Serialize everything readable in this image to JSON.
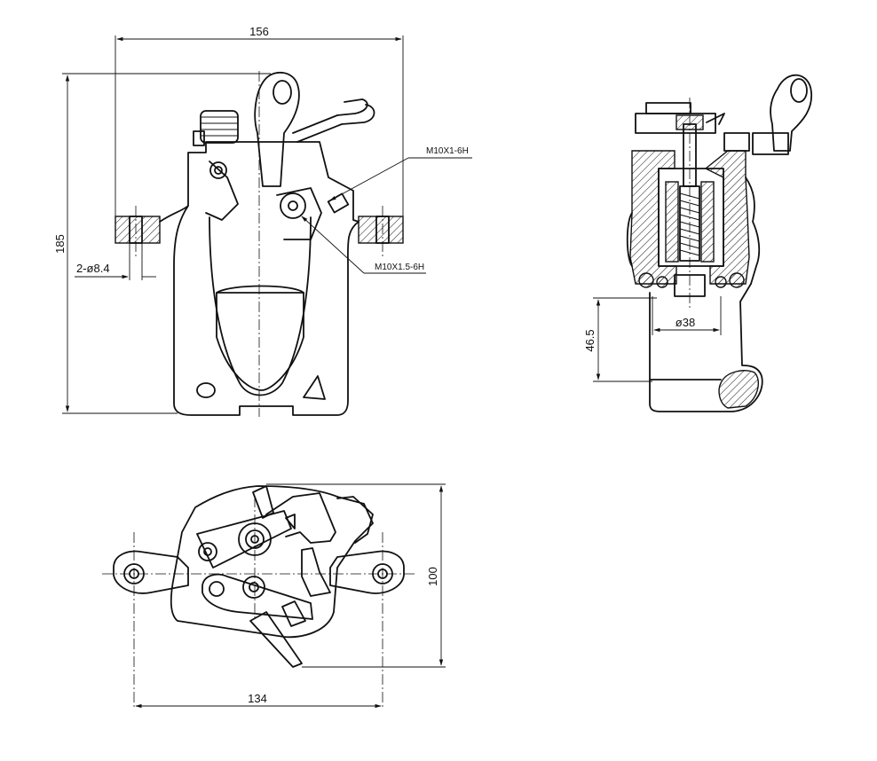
{
  "front_view": {
    "width_dim": "156",
    "height_dim": "185",
    "hole_dim": "2-ø8.4",
    "thread_upper": "M10X1-6H",
    "thread_lower": "M10X1.5-6H"
  },
  "side_view": {
    "piston_dim": "ø38",
    "offset_dim": "46.5"
  },
  "top_view": {
    "width_dim": "134",
    "depth_dim": "100"
  }
}
